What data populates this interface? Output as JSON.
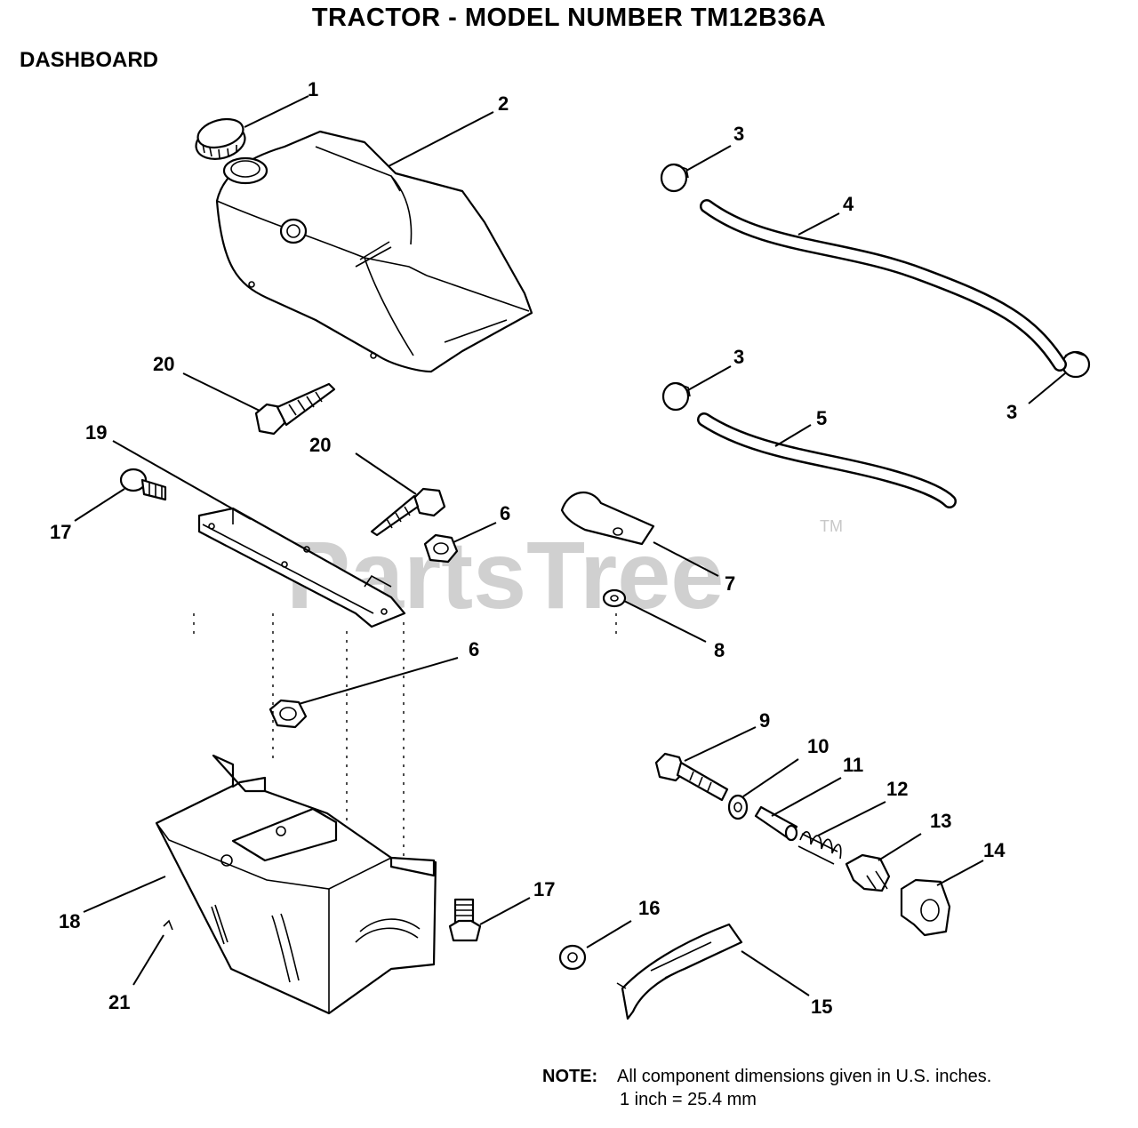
{
  "header": {
    "title": "TRACTOR  - MODEL NUMBER TM12B36A",
    "subtitle": "DASHBOARD"
  },
  "watermark": {
    "text": "PartsTree",
    "trademark": "TM"
  },
  "callouts": [
    "1",
    "2",
    "3",
    "4",
    "3",
    "3",
    "5",
    "20",
    "19",
    "20",
    "17",
    "6",
    "7",
    "8",
    "6",
    "9",
    "10",
    "11",
    "12",
    "13",
    "14",
    "18",
    "17",
    "16",
    "15",
    "21"
  ],
  "note": {
    "label": "NOTE:",
    "line1": "All component dimensions given in U.S. inches.",
    "line2": "1 inch = 25.4 mm"
  }
}
